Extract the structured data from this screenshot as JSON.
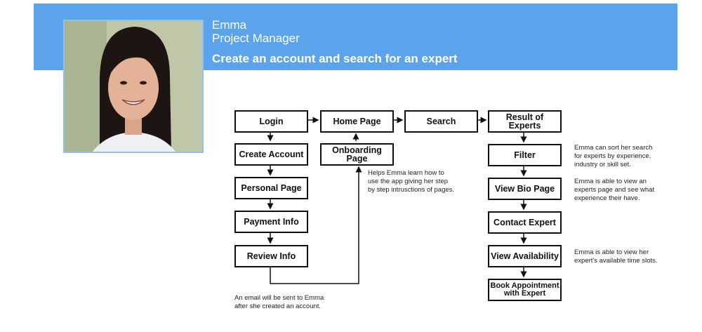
{
  "persona": {
    "name": "Emma",
    "role": "Project Manager",
    "goal": "Create an account and search for an expert",
    "banner_color": "#5ba3ea"
  },
  "flow": {
    "nodes": {
      "login": "Login",
      "create_account": "Create Account",
      "personal_page": "Personal Page",
      "payment_info": "Payment Info",
      "review_info": "Review Info",
      "home_page": "Home Page",
      "onboarding_page": "Onboarding Page",
      "search": "Search",
      "result_of_experts": "Result of Experts",
      "filter": "Filter",
      "view_bio_page": "View Bio Page",
      "contact_expert": "Contact Expert",
      "view_availability": "View Availability",
      "book_appointment": "Book Appointment with Expert"
    },
    "notes": {
      "onboarding": "Helps Emma learn how to use the app giving her step by step intrusctions of pages.",
      "email": "An email will be sent to Emma after she created an account.",
      "filter": "Emma can sort her search for experts by experience, industry or skill set.",
      "bio": "Emma is able to view an experts page and see what experience their have.",
      "availability": "Emma is able to view her expert's available time slots."
    }
  }
}
